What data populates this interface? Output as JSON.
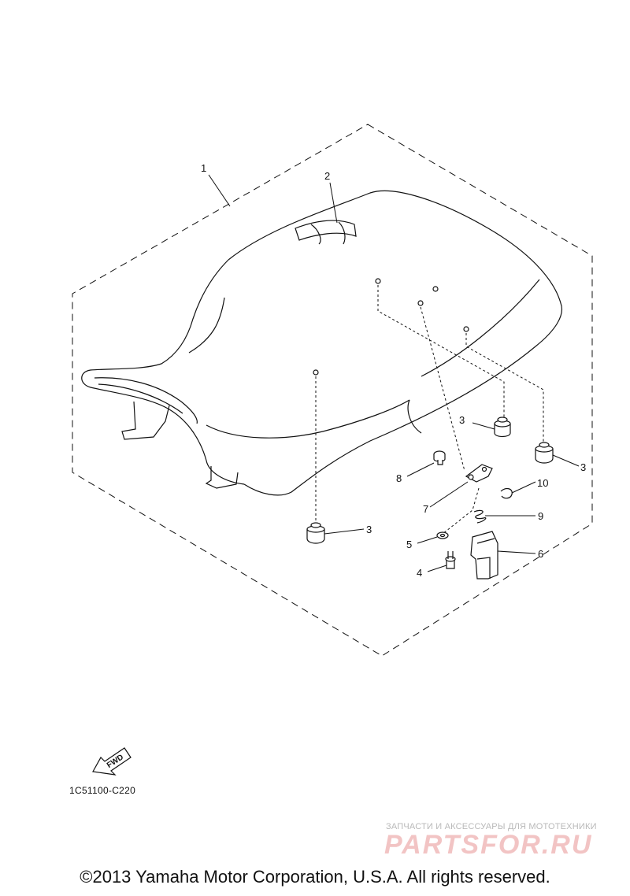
{
  "callouts": [
    {
      "id": "1",
      "label": "1"
    },
    {
      "id": "2",
      "label": "2"
    },
    {
      "id": "3a",
      "label": "3"
    },
    {
      "id": "3b",
      "label": "3"
    },
    {
      "id": "3c",
      "label": "3"
    },
    {
      "id": "4",
      "label": "4"
    },
    {
      "id": "5",
      "label": "5"
    },
    {
      "id": "6",
      "label": "6"
    },
    {
      "id": "7",
      "label": "7"
    },
    {
      "id": "8",
      "label": "8"
    },
    {
      "id": "9",
      "label": "9"
    },
    {
      "id": "10",
      "label": "10"
    }
  ],
  "fwd_label": "FWD",
  "part_code": "1C51100-C220",
  "watermark": {
    "tagline": "ЗАПЧАСТИ И АКСЕССУАРЫ ДЛЯ МОТОТЕХНИКИ",
    "logo": "PARTSFOR.RU",
    "color": "#f2c4c4"
  },
  "copyright": "©2013 Yamaha Motor Corporation, U.S.A. All rights reserved."
}
